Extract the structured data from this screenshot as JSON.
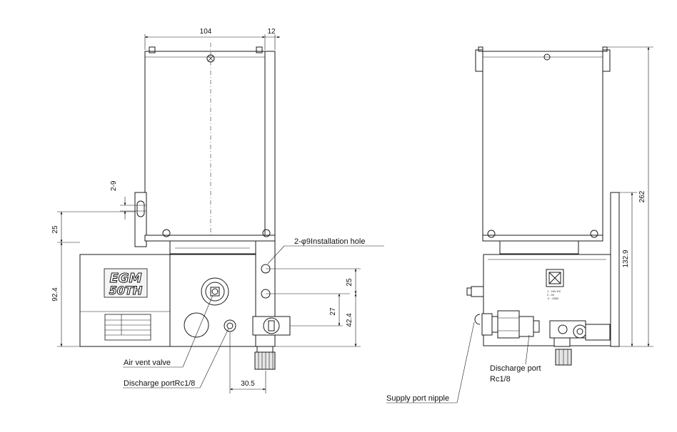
{
  "dimensions": {
    "d104": "104",
    "d12": "12",
    "d2_9": "2-9",
    "d25_left": "25",
    "d92_4": "92.4",
    "d25_right": "25",
    "d27": "27",
    "d42_4": "42.4",
    "d30_5": "30.5",
    "d262": "262",
    "d132_9": "132.9"
  },
  "callouts": {
    "installation_hole": "2-φ9Installation hole",
    "air_vent_valve": "Air vent valve",
    "discharge_port_left": "Discharge portRc1/8",
    "discharge_port_right_line1": "Discharge port",
    "discharge_port_right_line2": "Rc1/8",
    "supply_port_nipple": "Supply port nipple"
  },
  "logo": {
    "line1": "EGM",
    "line2": "50TH"
  },
  "terminal_label": {
    "line1": "1 : 24V DC",
    "line2": "2 : 0V",
    "line3": "⏚ : GND"
  }
}
